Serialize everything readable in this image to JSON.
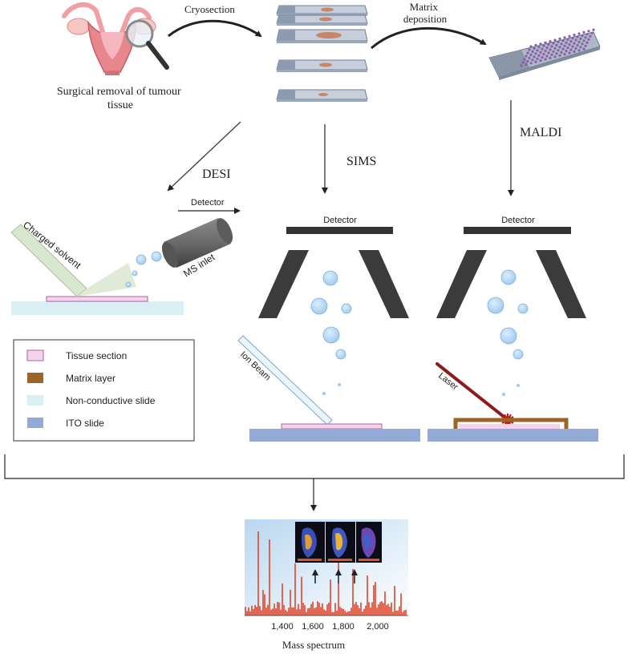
{
  "steps": {
    "surgery": "Surgical removal of tumour tissue",
    "cryosection": "Cryosection",
    "matrix_deposition": "Matrix deposition"
  },
  "techniques": {
    "desi": "DESI",
    "sims": "SIMS",
    "maldi": "MALDI"
  },
  "labels": {
    "detector": "Detector",
    "charged_solvent": "Charged solvent",
    "ms_inlet": "MS inlet",
    "ion_beam": "Ion Beam",
    "laser": "Laser"
  },
  "legend": [
    {
      "label": "Tissue section",
      "color": "#f3d3ee"
    },
    {
      "label": "Matrix layer",
      "color": "#9c6427"
    },
    {
      "label": "Non-conductive slide",
      "color": "#d8eff3"
    },
    {
      "label": "ITO slide",
      "color": "#93a9d6"
    }
  ],
  "spectrum": {
    "caption": "Mass spectrum",
    "ticks": [
      "1,400",
      "1,600",
      "1,800",
      "2,000"
    ]
  }
}
